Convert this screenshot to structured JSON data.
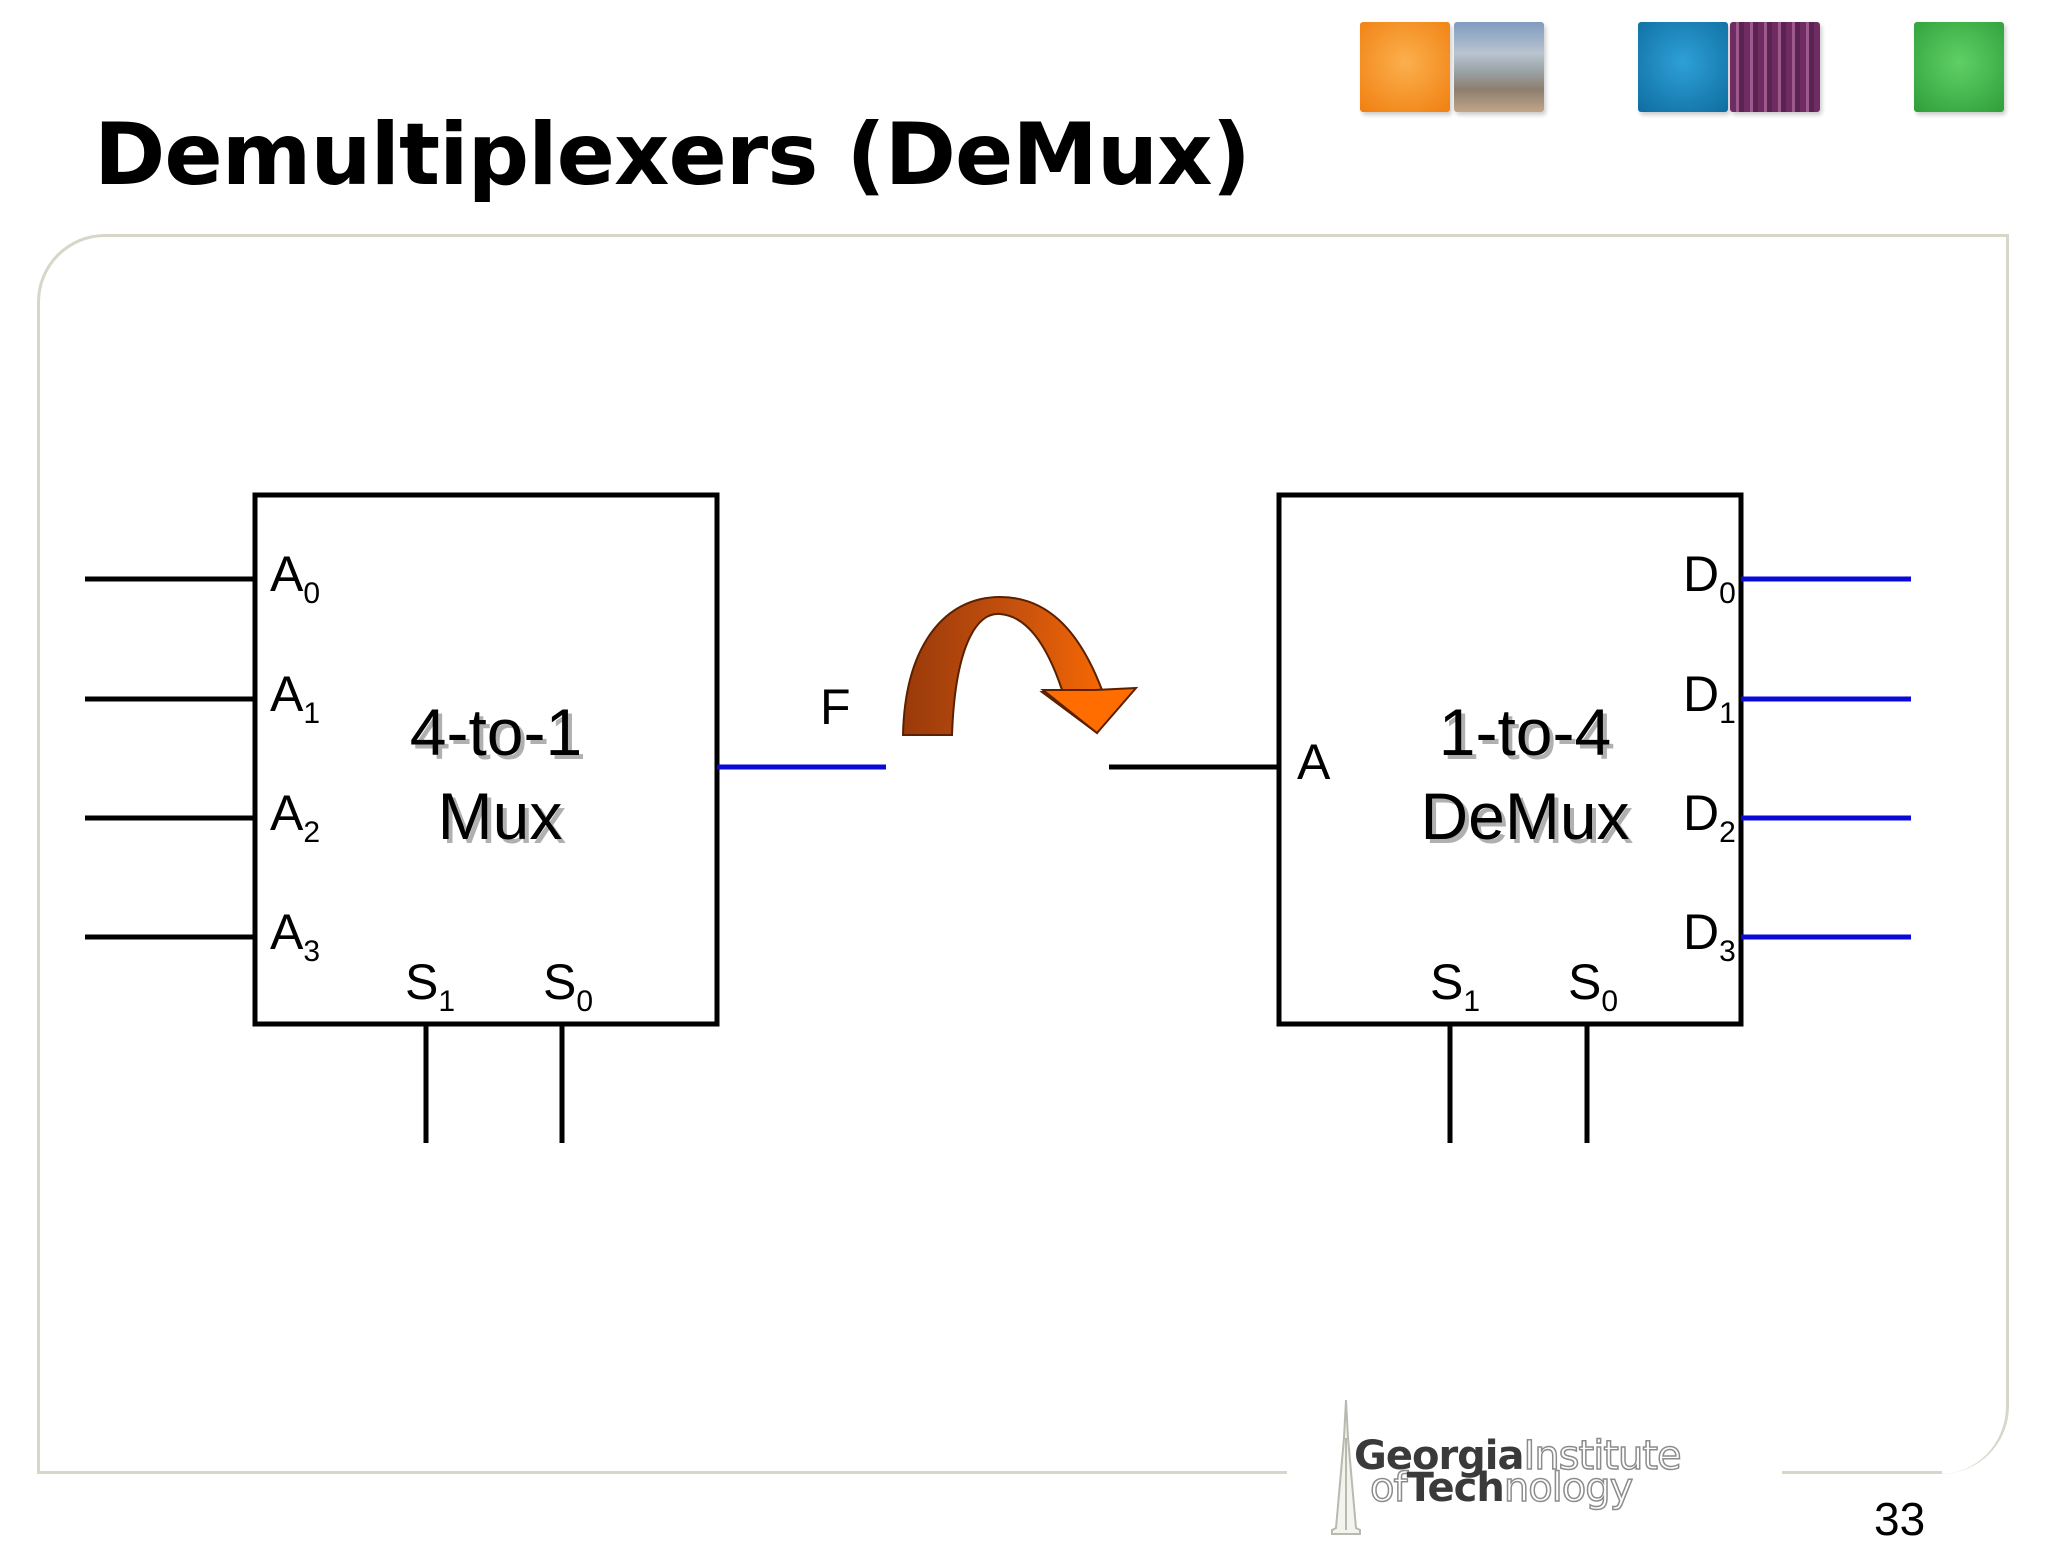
{
  "slide": {
    "title": "Demultiplexers (DeMux)",
    "page_number": "33"
  },
  "mux": {
    "name_line1": "4-to-1",
    "name_line2": "Mux",
    "inputs": [
      {
        "base": "A",
        "sub": "0"
      },
      {
        "base": "A",
        "sub": "1"
      },
      {
        "base": "A",
        "sub": "2"
      },
      {
        "base": "A",
        "sub": "3"
      }
    ],
    "selects": [
      {
        "base": "S",
        "sub": "1"
      },
      {
        "base": "S",
        "sub": "0"
      }
    ],
    "output_label": "F"
  },
  "demux": {
    "name_line1": "1-to-4",
    "name_line2": "DeMux",
    "input_label": "A",
    "outputs": [
      {
        "base": "D",
        "sub": "0"
      },
      {
        "base": "D",
        "sub": "1"
      },
      {
        "base": "D",
        "sub": "2"
      },
      {
        "base": "D",
        "sub": "3"
      }
    ],
    "selects": [
      {
        "base": "S",
        "sub": "1"
      },
      {
        "base": "S",
        "sub": "0"
      }
    ]
  },
  "logo": {
    "line1_bold": "Georgia",
    "line1_light": "Institute",
    "line2_light_prefix": "of",
    "line2_bold": "Tech",
    "line2_light_suffix": "nology"
  },
  "colors": {
    "wire_black": "#000000",
    "wire_blue": "#0a0ad8",
    "arrow_dark": "#a8400c",
    "arrow_light": "#ff6a00",
    "tile_orange": "#f7941d",
    "tile_blue": "#1a86c0",
    "tile_purple": "#7a3a72",
    "tile_green": "#3db44a"
  }
}
